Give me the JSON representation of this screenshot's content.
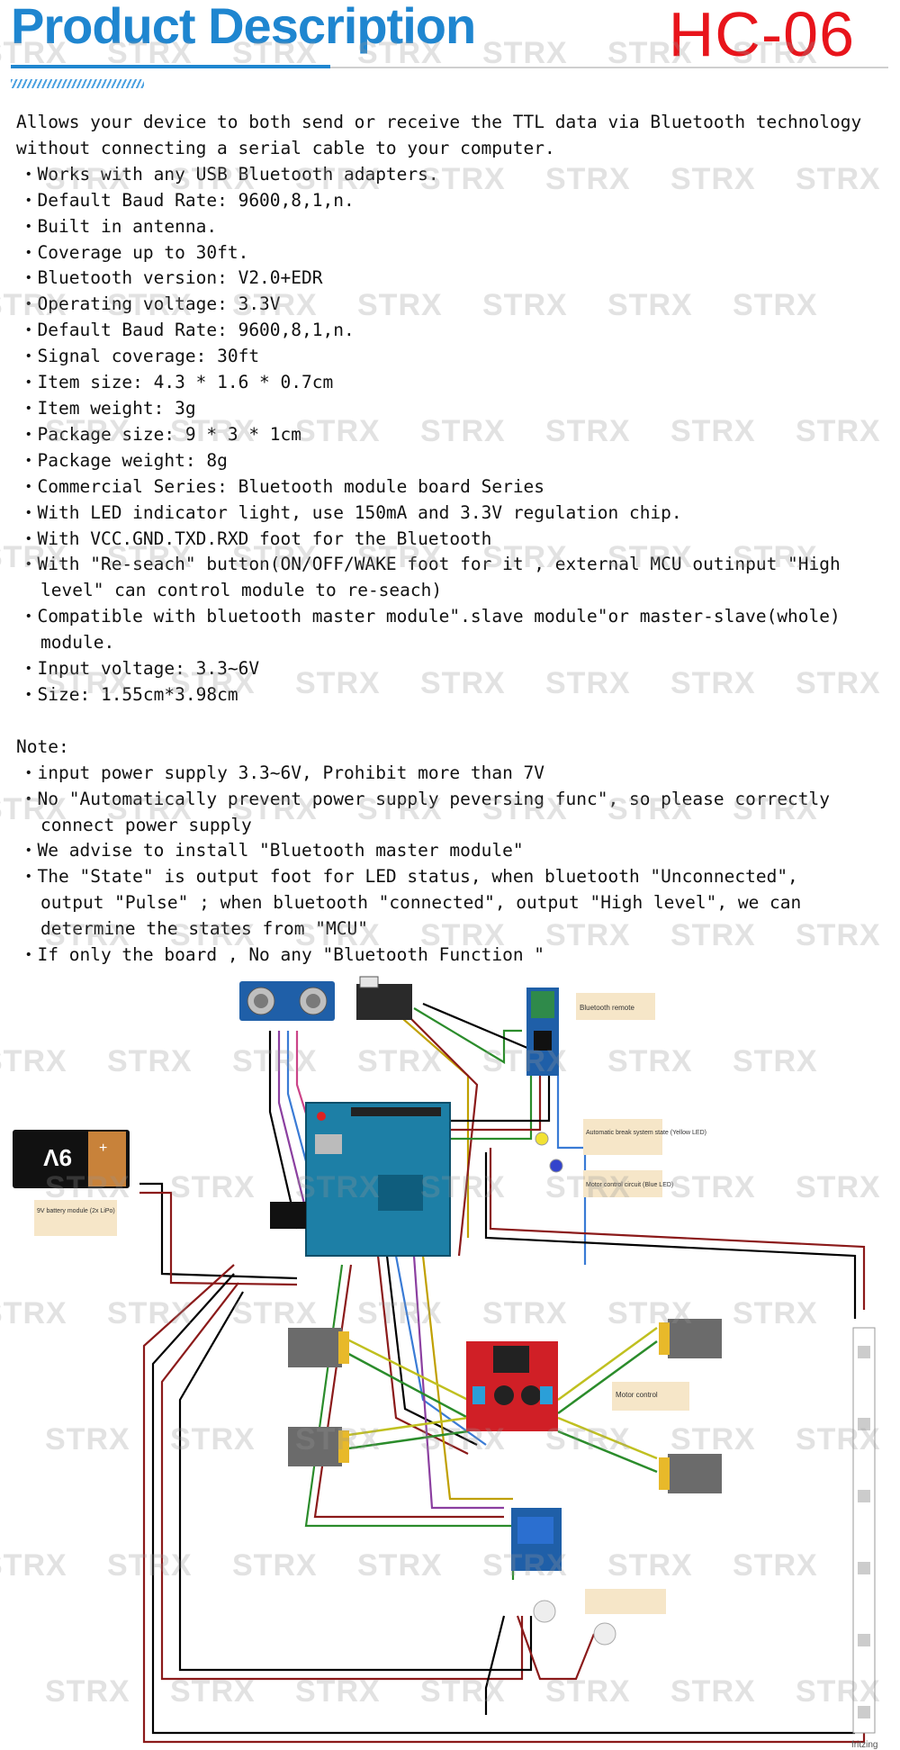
{
  "header": {
    "title": "Product Description",
    "model": "HC-06"
  },
  "intro": [
    "Allows your device to both send or receive the TTL data via Bluetooth technology",
    "without connecting a serial cable to your computer."
  ],
  "features": [
    "Works with any USB Bluetooth adapters.",
    "Default Baud Rate: 9600,8,1,n.",
    "Built in antenna.",
    "Coverage up to 30ft.",
    "Bluetooth version: V2.0+EDR",
    "Operating voltage: 3.3V",
    "Default Baud Rate: 9600,8,1,n.",
    "Signal coverage: 30ft",
    "Item size: 4.3 * 1.6 * 0.7cm",
    "Item weight: 3g",
    "Package size: 9 * 3 * 1cm",
    "Package weight: 8g",
    "Commercial Series: Bluetooth module board Series",
    "With LED indicator light, use 150mA and 3.3V regulation chip.",
    "With VCC.GND.TXD.RXD foot for the Bluetooth",
    "With \"Re-seach\" button(ON/OFF/WAKE foot for it , external MCU outinput \"High",
    "level\" can control module to re-seach)",
    "Compatible with bluetooth master module\".slave module\"or master-slave(whole)",
    "module.",
    "Input voltage: 3.3~6V",
    "Size: 1.55cm*3.98cm"
  ],
  "note": {
    "heading": "Note:",
    "lines": [
      "input power supply 3.3~6V, Prohibit more than 7V",
      "No \"Automatically prevent power supply peversing func\", so please correctly",
      "connect power supply",
      "We advise to install \"Bluetooth master module\"",
      "The \"State\" is output foot for LED status, when bluetooth \"Unconnected\",",
      "output \"Pulse\" ; when bluetooth \"connected\", output \"High level\", we can",
      "determine the states from \"MCU\"",
      "If only the board , No any \"Bluetooth Function \""
    ]
  },
  "bullet_char": "・",
  "watermark": "STRX",
  "diagram": {
    "battery_label": "9V",
    "battery_plus": "+",
    "battery_caption": "9V battery module (2x LiPo)",
    "bt_label": "Bluetooth remote",
    "brake_label": "Automatic break system state (Yellow LED)",
    "control_label": "Motor control circuit (Blue LED)",
    "motor_label": "Motor control",
    "fritzing": "fritzing"
  },
  "colors": {
    "title_blue": "#1f86d0",
    "model_red": "#e8141b",
    "arduino": "#1d7fa6",
    "driver_red": "#d01f26"
  }
}
